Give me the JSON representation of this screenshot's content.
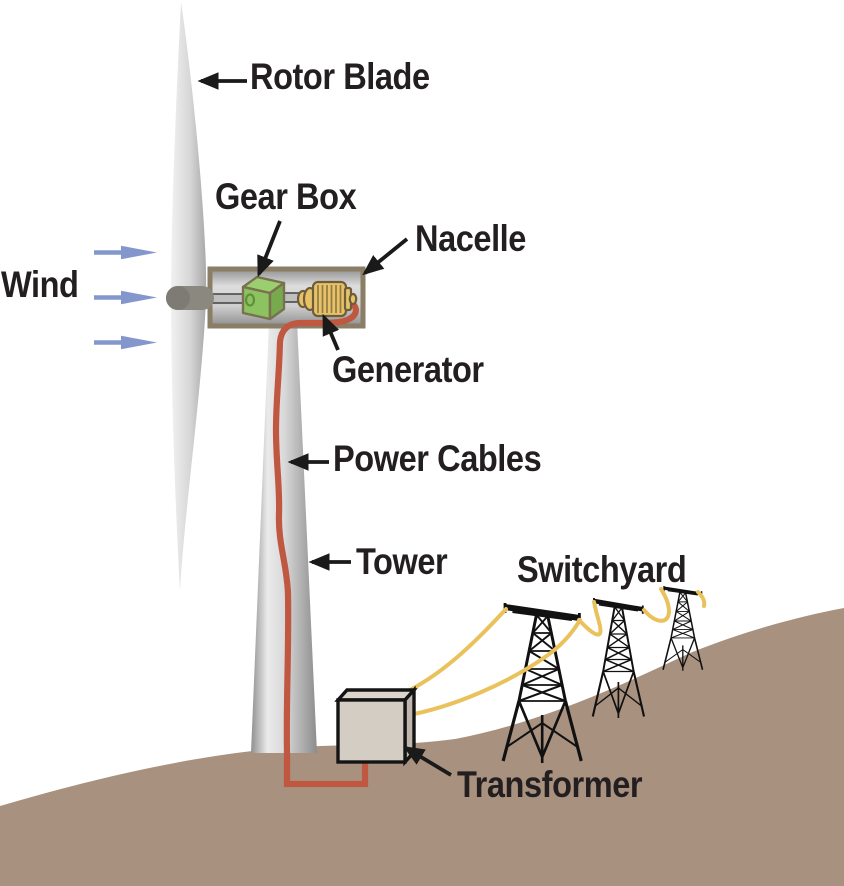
{
  "figure": {
    "type": "labeled-diagram",
    "subject": "Wind turbine electricity generation system"
  },
  "labels": {
    "wind": "Wind",
    "rotor_blade": "Rotor Blade",
    "gear_box": "Gear Box",
    "nacelle": "Nacelle",
    "generator": "Generator",
    "power_cables": "Power Cables",
    "tower": "Tower",
    "switchyard": "Switchyard",
    "transformer": "Transformer"
  },
  "colors": {
    "background": "#FFFFFF",
    "label_text": "#231F20",
    "arrow_black": "#1A1A1A",
    "wind_arrow_blue": "#8497CD",
    "ground": "#A8917F",
    "power_cable_red": "#BF5741",
    "switchyard_cable_yellow": "#E9C25C",
    "gearbox_green": "#8CC360",
    "generator_gold": "#E6C269",
    "nacelle_frame_tan": "#8A7E66",
    "pylon_black": "#111111",
    "transformer_face": "#D4CDC4",
    "tower_gray": "#C9C9C9",
    "hub_gray": "#8B8880"
  }
}
